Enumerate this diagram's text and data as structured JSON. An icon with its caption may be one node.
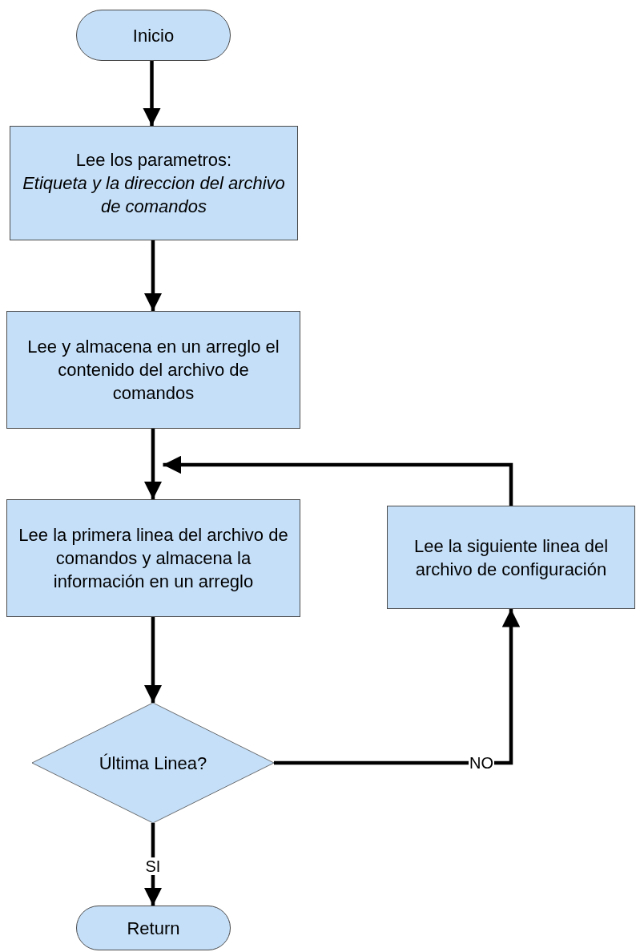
{
  "diagram": {
    "nodes": [
      {
        "text": [
          "Inicio"
        ]
      },
      {
        "text": [
          "Lee los parametros:",
          "Etiqueta y la direccion del archivo de comandos"
        ]
      },
      {
        "text": [
          "Lee y almacena en un arreglo el contenido del archivo de comandos"
        ]
      },
      {
        "text": [
          "Lee la primera linea del archivo de comandos y almacena la información en un arreglo"
        ]
      },
      {
        "text": [
          "Lee la siguiente linea del archivo de configuración"
        ]
      },
      {
        "text": [
          "Última Linea?"
        ]
      },
      {
        "text": [
          "Return"
        ]
      }
    ],
    "edges": [
      {
        "from": 0,
        "to": 1,
        "arrow": "to"
      },
      {
        "from": 1,
        "to": 2,
        "arrow": "to"
      },
      {
        "from": 2,
        "to": 3,
        "arrow": "to"
      },
      {
        "from": 3,
        "to": 5,
        "arrow": "to"
      },
      {
        "from": 5,
        "to": 4,
        "arrow": "to",
        "label": "NO"
      },
      {
        "from": 4,
        "to": 3,
        "arrow": "to"
      },
      {
        "from": 5,
        "to": 6,
        "arrow": "to",
        "label": "SI"
      }
    ]
  }
}
